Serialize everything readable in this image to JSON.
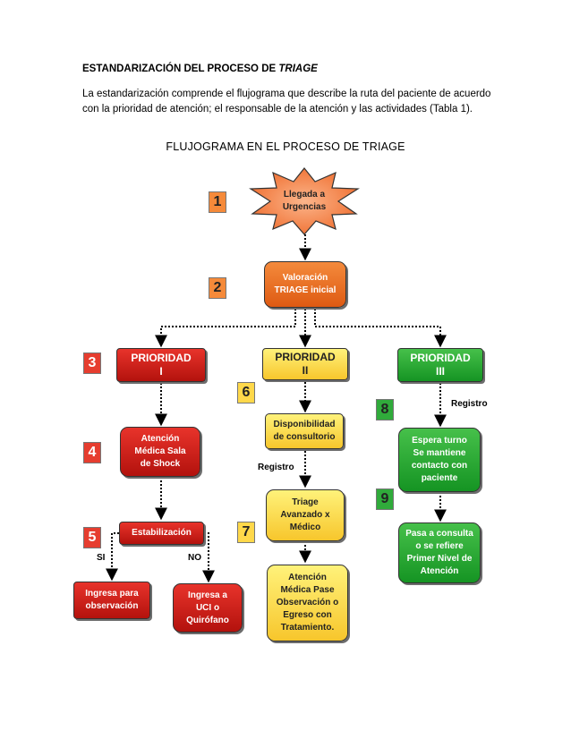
{
  "heading": {
    "text": "ESTANDARIZACIÓN DEL PROCESO DE ",
    "emph": "TRIAGE"
  },
  "intro": "La estandarización comprende el flujograma que describe la ruta del paciente de acuerdo con la prioridad de atención; el responsable de la atención y las actividades (Tabla 1).",
  "flow_title": "FLUJOGRAMA EN EL PROCESO DE TRIAGE",
  "nodes": {
    "arrival": "Llegada a\nUrgencias",
    "valoracion": "Valoración\nTRIAGE inicial",
    "p1": "PRIORIDAD\nI",
    "p2": "PRIORIDAD\nII",
    "p3": "PRIORIDAD\nIII",
    "shock": "Atención\nMédica Sala\nde Shock",
    "estab": "Estabilización",
    "obs": "Ingresa para\nobservación",
    "uci": "Ingresa a\nUCI o\nQuirófano",
    "disp": "Disponibilidad\nde consultorio",
    "triage_av": "Triage\nAvanzado x\nMédico",
    "atencion_pase": "Atención\nMédica Pase\nObservación o\nEgreso con\nTratamiento.",
    "espera": "Espera turno\nSe mantiene\ncontacto con\npaciente",
    "pasa": "Pasa a consulta\no se refiere\nPrimer Nivel de\nAtención"
  },
  "badges": {
    "b1": "1",
    "b2": "2",
    "b3": "3",
    "b4": "4",
    "b5": "5",
    "b6": "6",
    "b7": "7",
    "b8": "8",
    "b9": "9"
  },
  "labels": {
    "si": "SI",
    "no": "NO",
    "registro_left": "Registro",
    "registro_right": "Registro"
  },
  "colors": {
    "red": "#c8191a",
    "orange": "#ec6a20",
    "yellow": "#fcd93a",
    "green": "#2aa83a"
  }
}
